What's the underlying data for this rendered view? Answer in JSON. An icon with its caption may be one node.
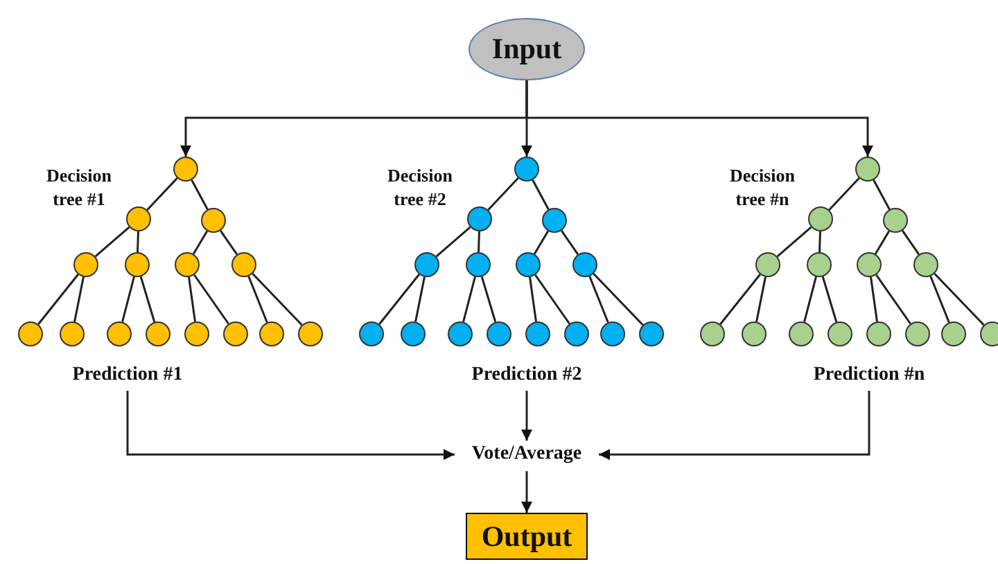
{
  "diagram": {
    "nodes": [
      {
        "text": [
          "Input"
        ]
      },
      {
        "text": [],
        "shape": "circle"
      },
      {
        "text": [],
        "shape": "circle"
      },
      {
        "text": [],
        "shape": "circle"
      },
      {
        "text": [],
        "shape": "circle"
      },
      {
        "text": [],
        "shape": "circle"
      },
      {
        "text": [],
        "shape": "circle"
      },
      {
        "text": [],
        "shape": "circle"
      },
      {
        "text": [],
        "shape": "circle"
      },
      {
        "text": [],
        "shape": "circle"
      },
      {
        "text": [],
        "shape": "circle"
      },
      {
        "text": [],
        "shape": "circle"
      },
      {
        "text": [],
        "shape": "circle"
      },
      {
        "text": [],
        "shape": "circle"
      },
      {
        "text": [],
        "shape": "circle"
      },
      {
        "text": [],
        "shape": "circle"
      },
      {
        "text": [],
        "shape": "circle"
      },
      {
        "text": [],
        "shape": "circle"
      },
      {
        "text": [],
        "shape": "circle"
      },
      {
        "text": [],
        "shape": "circle"
      },
      {
        "text": [],
        "shape": "circle"
      },
      {
        "text": [],
        "shape": "circle"
      },
      {
        "text": [],
        "shape": "circle"
      },
      {
        "text": [],
        "shape": "circle"
      },
      {
        "text": [],
        "shape": "circle"
      },
      {
        "text": [],
        "shape": "circle"
      },
      {
        "text": [],
        "shape": "circle"
      },
      {
        "text": [],
        "shape": "circle"
      },
      {
        "text": [],
        "shape": "circle"
      },
      {
        "text": [],
        "shape": "circle"
      },
      {
        "text": [],
        "shape": "circle"
      },
      {
        "text": [],
        "shape": "circle"
      },
      {
        "text": [],
        "shape": "circle"
      },
      {
        "text": [],
        "shape": "circle"
      },
      {
        "text": [],
        "shape": "circle"
      },
      {
        "text": [],
        "shape": "circle"
      },
      {
        "text": [],
        "shape": "circle"
      },
      {
        "text": [],
        "shape": "circle"
      },
      {
        "text": [],
        "shape": "circle"
      },
      {
        "text": [],
        "shape": "circle"
      },
      {
        "text": [],
        "shape": "circle"
      },
      {
        "text": [],
        "shape": "circle"
      },
      {
        "text": [],
        "shape": "circle"
      },
      {
        "text": [],
        "shape": "circle"
      },
      {
        "text": [],
        "shape": "circle"
      },
      {
        "text": [],
        "shape": "circle"
      },
      {
        "text": [
          "Prediction #1"
        ]
      },
      {
        "text": [
          "Prediction #2"
        ]
      },
      {
        "text": [
          "Prediction #n"
        ]
      },
      {
        "text": [
          "Vote/Average"
        ]
      },
      {
        "text": [
          "Output"
        ]
      }
    ],
    "edges": [
      {
        "from": 0,
        "to": 1,
        "arrow": "to"
      },
      {
        "from": 0,
        "to": 16,
        "arrow": "to"
      },
      {
        "from": 0,
        "to": 31,
        "arrow": "to"
      },
      {
        "from": 1,
        "to": 2,
        "arrow": "none"
      },
      {
        "from": 1,
        "to": 3,
        "arrow": "none"
      },
      {
        "from": 2,
        "to": 4,
        "arrow": "none"
      },
      {
        "from": 2,
        "to": 5,
        "arrow": "none"
      },
      {
        "from": 3,
        "to": 6,
        "arrow": "none"
      },
      {
        "from": 3,
        "to": 7,
        "arrow": "none"
      },
      {
        "from": 4,
        "to": 8,
        "arrow": "none"
      },
      {
        "from": 4,
        "to": 9,
        "arrow": "none"
      },
      {
        "from": 5,
        "to": 10,
        "arrow": "none"
      },
      {
        "from": 5,
        "to": 11,
        "arrow": "none"
      },
      {
        "from": 6,
        "to": 12,
        "arrow": "none"
      },
      {
        "from": 6,
        "to": 13,
        "arrow": "none"
      },
      {
        "from": 7,
        "to": 14,
        "arrow": "none"
      },
      {
        "from": 7,
        "to": 15,
        "arrow": "none"
      },
      {
        "from": 16,
        "to": 17,
        "arrow": "none"
      },
      {
        "from": 16,
        "to": 18,
        "arrow": "none"
      },
      {
        "from": 17,
        "to": 19,
        "arrow": "none"
      },
      {
        "from": 17,
        "to": 20,
        "arrow": "none"
      },
      {
        "from": 18,
        "to": 21,
        "arrow": "none"
      },
      {
        "from": 18,
        "to": 22,
        "arrow": "none"
      },
      {
        "from": 19,
        "to": 23,
        "arrow": "none"
      },
      {
        "from": 19,
        "to": 24,
        "arrow": "none"
      },
      {
        "from": 20,
        "to": 25,
        "arrow": "none"
      },
      {
        "from": 20,
        "to": 26,
        "arrow": "none"
      },
      {
        "from": 21,
        "to": 27,
        "arrow": "none"
      },
      {
        "from": 21,
        "to": 28,
        "arrow": "none"
      },
      {
        "from": 22,
        "to": 29,
        "arrow": "none"
      },
      {
        "from": 22,
        "to": 30,
        "arrow": "none"
      },
      {
        "from": 31,
        "to": 32,
        "arrow": "none"
      },
      {
        "from": 31,
        "to": 33,
        "arrow": "none"
      },
      {
        "from": 32,
        "to": 34,
        "arrow": "none"
      },
      {
        "from": 32,
        "to": 35,
        "arrow": "none"
      },
      {
        "from": 33,
        "to": 36,
        "arrow": "none"
      },
      {
        "from": 33,
        "to": 37,
        "arrow": "none"
      },
      {
        "from": 34,
        "to": 38,
        "arrow": "none"
      },
      {
        "from": 34,
        "to": 39,
        "arrow": "none"
      },
      {
        "from": 35,
        "to": 40,
        "arrow": "none"
      },
      {
        "from": 35,
        "to": 41,
        "arrow": "none"
      },
      {
        "from": 36,
        "to": 42,
        "arrow": "none"
      },
      {
        "from": 36,
        "to": 43,
        "arrow": "none"
      },
      {
        "from": 37,
        "to": 44,
        "arrow": "none"
      },
      {
        "from": 37,
        "to": 45,
        "arrow": "none"
      },
      {
        "from": 46,
        "to": 49,
        "arrow": "to"
      },
      {
        "from": 47,
        "to": 49,
        "arrow": "to"
      },
      {
        "from": 48,
        "to": 49,
        "arrow": "to"
      },
      {
        "from": 49,
        "to": 50,
        "arrow": "to"
      }
    ],
    "labels": [
      "Decision tree #1",
      "Decision tree #2",
      "Decision tree #n"
    ]
  }
}
